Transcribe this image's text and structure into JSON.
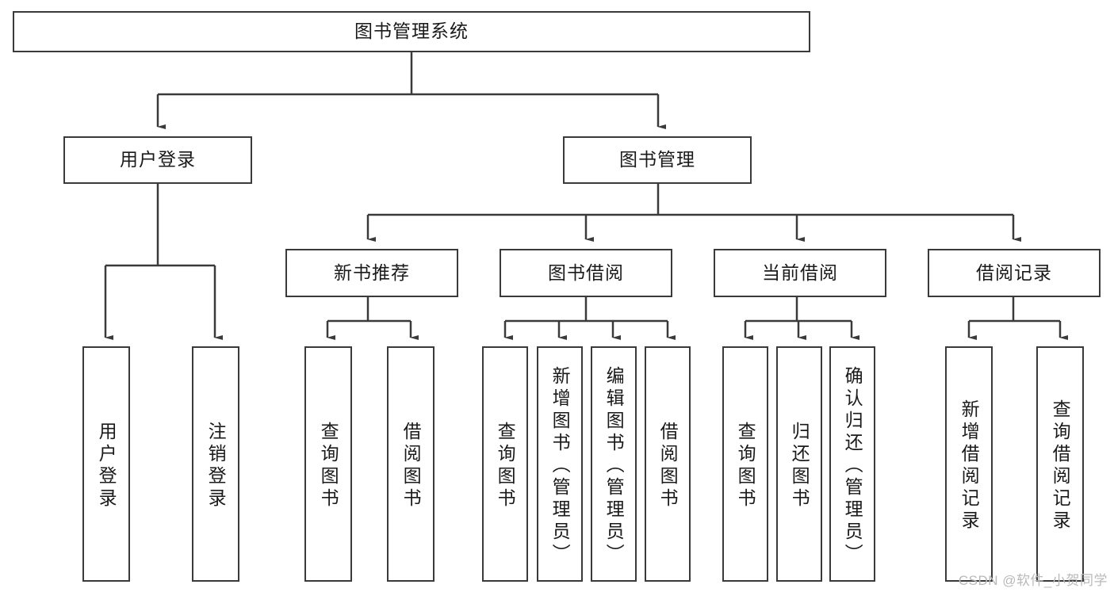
{
  "diagram": {
    "title_node": {
      "label": "图书管理系统"
    },
    "level2": [
      {
        "id": "user-login",
        "label": "用户登录"
      },
      {
        "id": "book-manage",
        "label": "图书管理"
      }
    ],
    "level3": [
      {
        "id": "new-book-recommend",
        "label": "新书推荐"
      },
      {
        "id": "book-borrow",
        "label": "图书借阅"
      },
      {
        "id": "current-borrow",
        "label": "当前借阅"
      },
      {
        "id": "borrow-record",
        "label": "借阅记录"
      }
    ],
    "leaves": {
      "user_login": [
        {
          "id": "leaf-user-login",
          "label": "用户登录"
        },
        {
          "id": "leaf-logout-login",
          "label": "注销登录"
        }
      ],
      "new_book_recommend": [
        {
          "id": "leaf-query-book-1",
          "label": "查询图书"
        },
        {
          "id": "leaf-borrow-book-1",
          "label": "借阅图书"
        }
      ],
      "book_borrow": [
        {
          "id": "leaf-query-book-2",
          "label": "查询图书"
        },
        {
          "id": "leaf-add-book",
          "label": "新增图书（管理员）"
        },
        {
          "id": "leaf-edit-book",
          "label": "编辑图书（管理员）"
        },
        {
          "id": "leaf-borrow-book-2",
          "label": "借阅图书"
        }
      ],
      "current_borrow": [
        {
          "id": "leaf-query-book-3",
          "label": "查询图书"
        },
        {
          "id": "leaf-return-book",
          "label": "归还图书"
        },
        {
          "id": "leaf-confirm-return",
          "label": "确认归还（管理员）"
        }
      ],
      "borrow_record": [
        {
          "id": "leaf-add-record",
          "label": "新增借阅记录"
        },
        {
          "id": "leaf-query-record",
          "label": "查询借阅记录"
        }
      ]
    }
  },
  "watermark": {
    "text": "CSDN @软件_小贺同学"
  },
  "colors": {
    "stroke": "#3a3a3a",
    "text": "#1a1a1a",
    "background": "#ffffff",
    "watermark": "#b9b9b9"
  }
}
